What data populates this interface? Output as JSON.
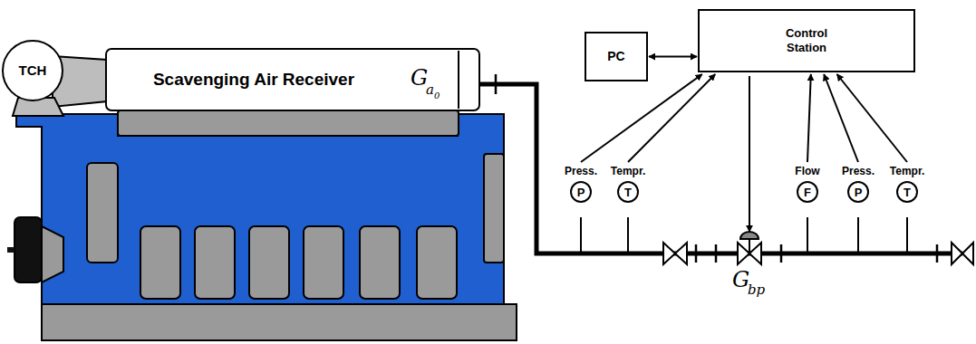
{
  "diagram": {
    "nodes": [
      {
        "text": [
          "TCH"
        ]
      },
      {
        "text": [
          "Scavenging Air Receiver"
        ]
      },
      {
        "text": [
          "PC"
        ]
      },
      {
        "text": [
          "Control Station"
        ]
      },
      {
        "text": [
          "Press.",
          "P"
        ]
      },
      {
        "text": [
          "Tempr.",
          "T"
        ]
      },
      {
        "text": [
          "Flow",
          "F"
        ]
      },
      {
        "text": [
          "Press.",
          "P"
        ]
      },
      {
        "text": [
          "Tempr.",
          "T"
        ]
      }
    ],
    "edges": [
      {
        "from": 2,
        "to": 3,
        "arrow": "both"
      },
      {
        "from": 4,
        "to": 3,
        "arrow": "to"
      },
      {
        "from": 5,
        "to": 3,
        "arrow": "to"
      },
      {
        "from": 6,
        "to": 3,
        "arrow": "to"
      },
      {
        "from": 7,
        "to": 3,
        "arrow": "to"
      },
      {
        "from": 8,
        "to": 3,
        "arrow": "to"
      }
    ],
    "labels": [
      "G",
      "a",
      "0",
      "G",
      "bp"
    ]
  }
}
